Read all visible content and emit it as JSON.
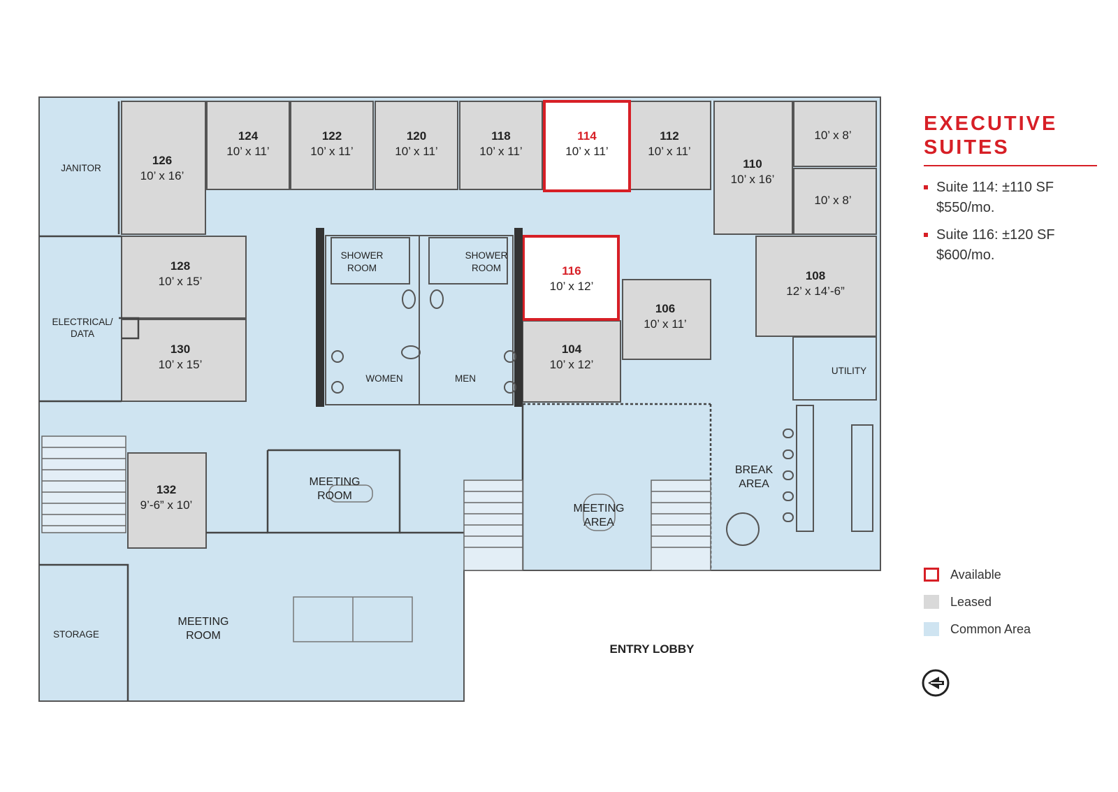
{
  "colors": {
    "available": "#d71f26",
    "leased": "#d9d9d9",
    "common": "#cfe4f1",
    "wall": "#555555"
  },
  "rooms": {
    "r124": {
      "num": "124",
      "dim": "10’ x 11’"
    },
    "r122": {
      "num": "122",
      "dim": "10’ x 11’"
    },
    "r120": {
      "num": "120",
      "dim": "10’ x 11’"
    },
    "r118": {
      "num": "118",
      "dim": "10’ x 11’"
    },
    "r114": {
      "num": "114",
      "dim": "10’ x 11’"
    },
    "r112": {
      "num": "112",
      "dim": "10’ x 11’"
    },
    "r126": {
      "num": "126",
      "dim": "10’ x 16’"
    },
    "r110": {
      "num": "110",
      "dim": "10’ x 16’"
    },
    "r8a": {
      "dim": "10’ x 8’"
    },
    "r8b": {
      "dim": "10’ x 8’"
    },
    "r128": {
      "num": "128",
      "dim": "10’ x 15’"
    },
    "r130": {
      "num": "130",
      "dim": "10’ x 15’"
    },
    "r116": {
      "num": "116",
      "dim": "10’ x 12’"
    },
    "r104": {
      "num": "104",
      "dim": "10’ x 12’"
    },
    "r106": {
      "num": "106",
      "dim": "10’ x 11’"
    },
    "r108": {
      "num": "108",
      "dim": "12’ x 14’-6”"
    },
    "r132": {
      "num": "132",
      "dim": "9’-6” x 10’"
    }
  },
  "labels": {
    "janitor": "JANITOR",
    "electrical_1": "ELECTRICAL/",
    "electrical_2": "DATA",
    "shower_left_1": "SHOWER",
    "shower_left_2": "ROOM",
    "shower_right_1": "SHOWER",
    "shower_right_2": "ROOM",
    "women": "WOMEN",
    "men": "MEN",
    "utility": "UTILITY",
    "meeting_room_1a": "MEETING",
    "meeting_room_1b": "ROOM",
    "meeting_area_1": "MEETING",
    "meeting_area_2": "AREA",
    "break_1": "BREAK",
    "break_2": "AREA",
    "storage": "STORAGE",
    "meeting_room_2a": "MEETING",
    "meeting_room_2b": "ROOM",
    "entry_lobby": "ENTRY LOBBY"
  },
  "sidebar": {
    "heading_line1": "EXECUTIVE",
    "heading_line2": "SUITES",
    "suites": [
      {
        "line1": "Suite 114: ±110 SF",
        "line2": "$550/mo."
      },
      {
        "line1": "Suite 116: ±120 SF",
        "line2": "$600/mo."
      }
    ]
  },
  "legend": [
    {
      "label": "Available",
      "kind": "available"
    },
    {
      "label": "Leased",
      "kind": "leased"
    },
    {
      "label": "Common Area",
      "kind": "common"
    }
  ],
  "compass": {
    "icon": "north-arrow-icon"
  }
}
